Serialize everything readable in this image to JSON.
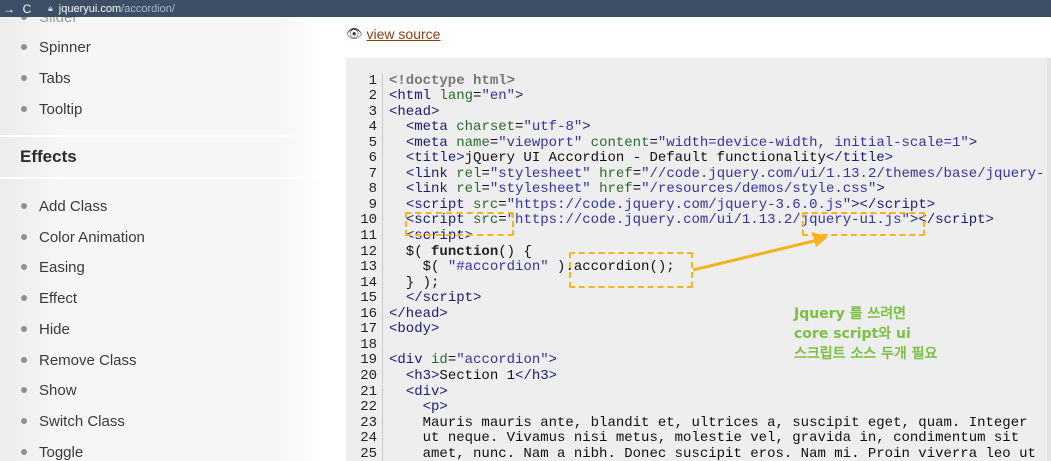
{
  "browser": {
    "back_icon": "→",
    "reload_icon": "C",
    "url_host": "jqueryui.com",
    "url_path": "/accordion/"
  },
  "sidebar": {
    "cut_item": "Slider",
    "widgets": [
      "Spinner",
      "Tabs",
      "Tooltip"
    ],
    "section_title": "Effects",
    "effects": [
      "Add Class",
      "Color Animation",
      "Easing",
      "Effect",
      "Hide",
      "Remove Class",
      "Show",
      "Switch Class",
      "Toggle"
    ]
  },
  "main": {
    "view_source_label": "view source"
  },
  "code": {
    "lines": [
      {
        "n": "1",
        "html": "<span class='dt'>&lt;!doctype html&gt;</span>"
      },
      {
        "n": "2",
        "html": "<span class='tag'>&lt;html</span> <span class='attr'>lang</span>=<span class='str'>\"en\"</span><span class='tag'>&gt;</span>"
      },
      {
        "n": "3",
        "html": "<span class='tag'>&lt;head&gt;</span>"
      },
      {
        "n": "4",
        "html": "  <span class='tag'>&lt;meta</span> <span class='attr'>charset</span>=<span class='str'>\"utf-8\"</span><span class='tag'>&gt;</span>"
      },
      {
        "n": "5",
        "html": "  <span class='tag'>&lt;meta</span> <span class='attr'>name</span>=<span class='str'>\"viewport\"</span> <span class='attr'>content</span>=<span class='str'>\"width=device-width, initial-scale=1\"</span><span class='tag'>&gt;</span>"
      },
      {
        "n": "6",
        "html": "  <span class='tag'>&lt;title&gt;</span><span class='txt'>jQuery UI Accordion - Default functionality</span><span class='tag'>&lt;/title&gt;</span>"
      },
      {
        "n": "7",
        "html": "  <span class='tag'>&lt;link</span> <span class='attr'>rel</span>=<span class='str'>\"stylesheet\"</span> <span class='attr'>href</span>=<span class='str'>\"//code.jquery.com/ui/1.13.2/themes/base/jquery-</span>"
      },
      {
        "n": "8",
        "html": "  <span class='tag'>&lt;link</span> <span class='attr'>rel</span>=<span class='str'>\"stylesheet\"</span> <span class='attr'>href</span>=<span class='str'>\"/resources/demos/style.css\"</span><span class='tag'>&gt;</span>"
      },
      {
        "n": "9",
        "html": "  <span class='tag'>&lt;script</span> <span class='attr'>src</span>=<span class='str'>\"https://code.jquery.com/jquery-3.6.0.js\"</span><span class='tag'>&gt;&lt;/script&gt;</span>"
      },
      {
        "n": "10",
        "html": "  <span class='tag'>&lt;script</span> <span class='attr'>src</span>=<span class='str'>\"https://code.jquery.com/ui/1.13.2/jquery-ui.js\"</span><span class='tag'>&gt;&lt;/script&gt;</span>"
      },
      {
        "n": "11",
        "html": "  <span class='tag'>&lt;script&gt;</span>"
      },
      {
        "n": "12",
        "html": "  $( <span class='kw'>function</span>() {"
      },
      {
        "n": "13",
        "html": "    $( <span class='str'>\"#accordion\"</span> ).accordion();"
      },
      {
        "n": "14",
        "html": "  } );"
      },
      {
        "n": "15",
        "html": "  <span class='tag'>&lt;/script&gt;</span>"
      },
      {
        "n": "16",
        "html": "<span class='tag'>&lt;/head&gt;</span>"
      },
      {
        "n": "17",
        "html": "<span class='tag'>&lt;body&gt;</span>"
      },
      {
        "n": "18",
        "html": ""
      },
      {
        "n": "19",
        "html": "<span class='tag'>&lt;div</span> <span class='attr'>id</span>=<span class='str'>\"accordion\"</span><span class='tag'>&gt;</span>"
      },
      {
        "n": "20",
        "html": "  <span class='tag'>&lt;h3&gt;</span><span class='txt'>Section 1</span><span class='tag'>&lt;/h3&gt;</span>"
      },
      {
        "n": "21",
        "html": "  <span class='tag'>&lt;div&gt;</span>"
      },
      {
        "n": "22",
        "html": "    <span class='tag'>&lt;p&gt;</span>"
      },
      {
        "n": "23",
        "html": "    <span class='txt'>Mauris mauris ante, blandit et, ultrices a, suscipit eget, quam. Integer</span>"
      },
      {
        "n": "24",
        "html": "    <span class='txt'>ut neque. Vivamus nisi metus, molestie vel, gravida in, condimentum sit</span>"
      },
      {
        "n": "25",
        "html": "    <span class='txt'>amet, nunc. Nam a nibh. Donec suscipit eros. Nam mi. Proin viverra leo ut</span>"
      }
    ]
  },
  "annotation": {
    "line1": "Jquery 를 쓰려면",
    "line2": "core script와 ui",
    "line3": "스크립트 소스 두개 필요",
    "color": "#7ac142",
    "highlight_color": "#f5b41a"
  }
}
